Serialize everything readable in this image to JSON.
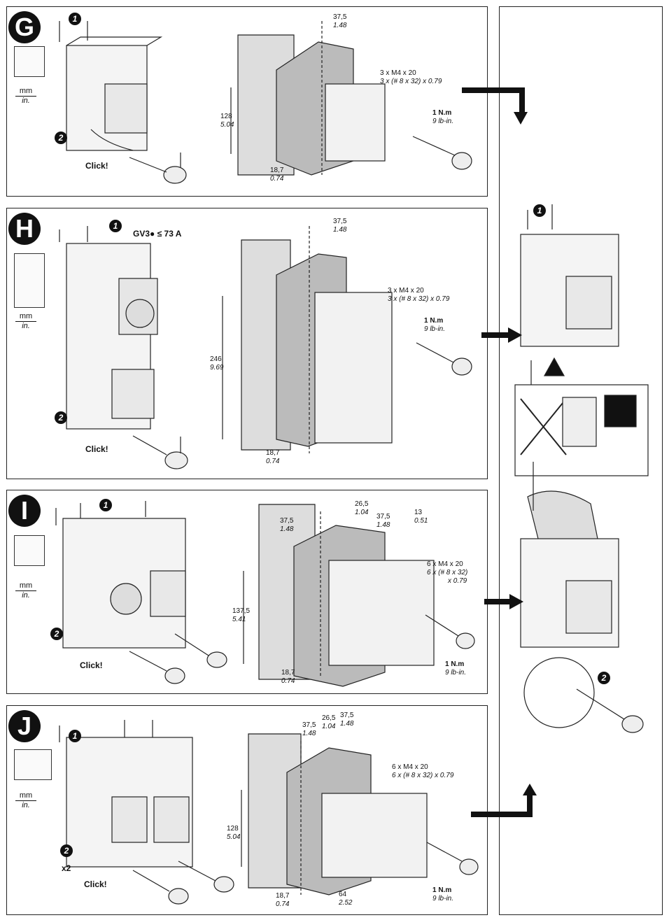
{
  "units": {
    "mm": "mm",
    "in": "in."
  },
  "click": "Click!",
  "panels": {
    "G": {
      "letter": "G",
      "dim_top": "37,5",
      "dim_top_in": "1.48",
      "screws": "3 x M4 x 20",
      "screws_in": "3 x (# 8 x 32) x 0.79",
      "torque": "1 N.m",
      "torque_in": "9 lb-in.",
      "height": "128",
      "height_in": "5.04",
      "offset": "18,7",
      "offset_in": "0.74"
    },
    "H": {
      "letter": "H",
      "note": "GV3● ≤ 73 A",
      "dim_top": "37,5",
      "dim_top_in": "1.48",
      "screws": "3 x M4 x 20",
      "screws_in": "3 x (# 8 x 32) x 0.79",
      "torque": "1 N.m",
      "torque_in": "9 lb-in.",
      "height": "246",
      "height_in": "9.69",
      "offset": "18,7",
      "offset_in": "0.74"
    },
    "I": {
      "letter": "I",
      "dim_a": "26,5",
      "dim_a_in": "1.04",
      "dim_b": "37,5",
      "dim_b_in": "1.48",
      "dim_c": "37,5",
      "dim_c_in": "1.48",
      "dim_d": "13",
      "dim_d_in": "0.51",
      "screws": "6 x M4 x 20",
      "screws_in": "6 x (# 8 x 32)",
      "screws_in2": "x 0.79",
      "torque": "1 N.m",
      "torque_in": "9 lb-in.",
      "height": "137,5",
      "height_in": "5.41",
      "offset": "18,7",
      "offset_in": "0.74"
    },
    "J": {
      "letter": "J",
      "x2": "x2",
      "dim_a": "37,5",
      "dim_a_in": "1.48",
      "dim_b": "26,5",
      "dim_b_in": "1.04",
      "dim_c": "37,5",
      "dim_c_in": "1.48",
      "screws": "6 x M4 x 20",
      "screws_in": "6 x (# 8 x 32) x 0.79",
      "torque": "1 N.m",
      "torque_in": "9 lb-in.",
      "height": "128",
      "height_in": "5.04",
      "offset": "18,7",
      "offset_in": "0.74",
      "width": "64",
      "width_in": "2.52"
    }
  },
  "step_numbers": {
    "one": "1",
    "two": "2"
  }
}
